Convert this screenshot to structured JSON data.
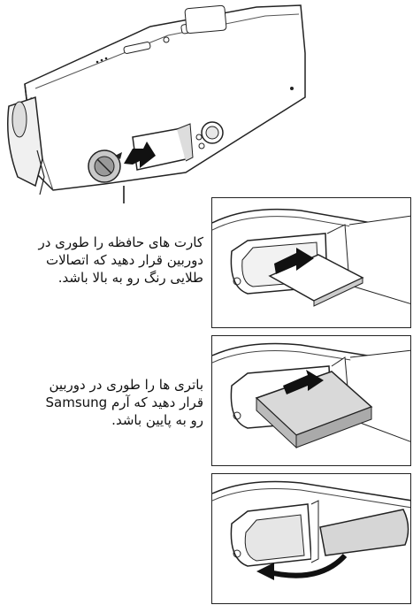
{
  "instructions": {
    "memory_card": {
      "lines": [
        "کارت های حافظه را طوری در",
        "دوربین قرار دهید که اتصالات",
        "طلایی رنگ رو به بالا باشد."
      ]
    },
    "battery": {
      "lines": [
        "باتری ها را طوری در دوربین",
        "قرار دهید که آرم Samsung",
        "رو به پایین باشد."
      ]
    }
  },
  "illustrations": {
    "camera": "camera-bottom-view",
    "step1": "insert-memory-card",
    "step2": "insert-battery",
    "step3": "close-battery-cover"
  }
}
